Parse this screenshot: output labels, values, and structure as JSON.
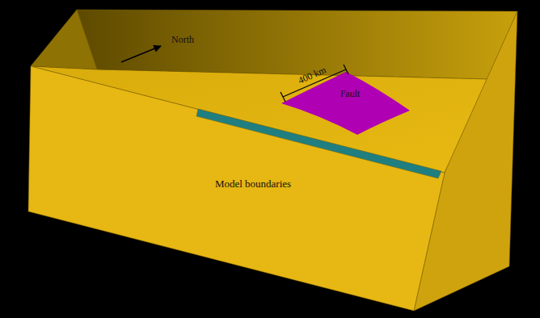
{
  "diagram": {
    "nodes": [
      {
        "text": [
          "Model boundaries"
        ]
      },
      {
        "text": [
          "Fault"
        ],
        "in": 0
      }
    ],
    "labels": [
      "North",
      "400 km"
    ]
  }
}
